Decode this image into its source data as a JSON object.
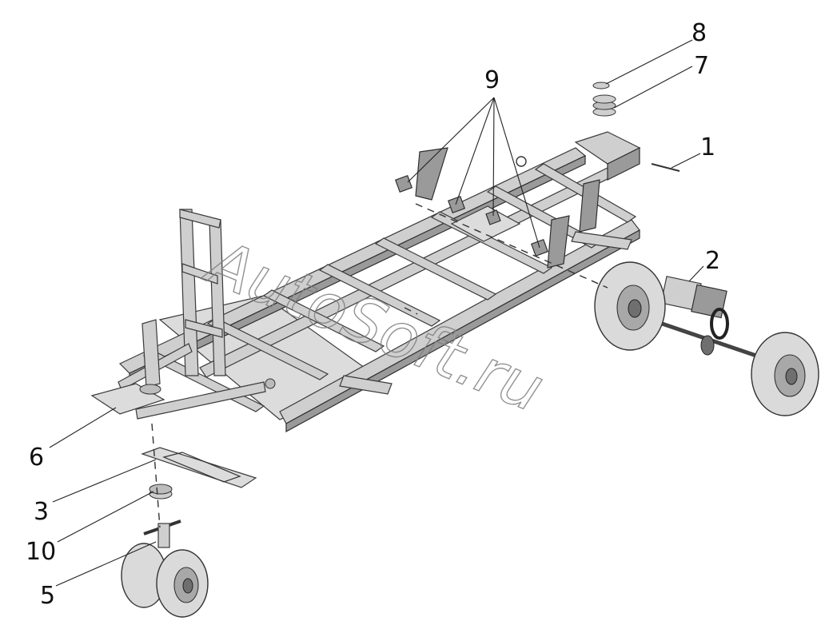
{
  "watermark": "AutoSoft.ru",
  "callouts": [
    {
      "id": "1",
      "label": "1"
    },
    {
      "id": "2",
      "label": "2"
    },
    {
      "id": "3",
      "label": "3"
    },
    {
      "id": "5",
      "label": "5"
    },
    {
      "id": "6",
      "label": "6"
    },
    {
      "id": "7",
      "label": "7"
    },
    {
      "id": "8",
      "label": "8"
    },
    {
      "id": "9",
      "label": "9"
    },
    {
      "id": "10",
      "label": "10"
    }
  ]
}
